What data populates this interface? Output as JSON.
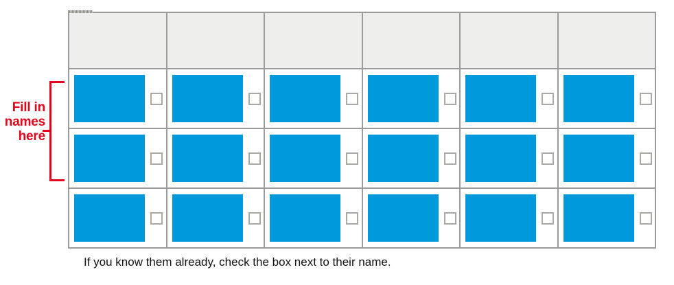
{
  "annotation": {
    "label": "Fill in\nnames\nhere",
    "color": "#e3051b",
    "spans_rows": [
      1,
      2
    ]
  },
  "table": {
    "columns": 6,
    "header": {
      "cells": [
        "",
        "",
        "",
        "",
        "",
        ""
      ],
      "background": "#eeeeec",
      "marker_icon": "dotted-border-marker"
    },
    "rows": [
      {
        "row_index": 1,
        "cells": [
          {
            "name_value": "",
            "checkbox_checked": false
          },
          {
            "name_value": "",
            "checkbox_checked": false
          },
          {
            "name_value": "",
            "checkbox_checked": false
          },
          {
            "name_value": "",
            "checkbox_checked": false
          },
          {
            "name_value": "",
            "checkbox_checked": false
          },
          {
            "name_value": "",
            "checkbox_checked": false
          }
        ]
      },
      {
        "row_index": 2,
        "cells": [
          {
            "name_value": "",
            "checkbox_checked": false
          },
          {
            "name_value": "",
            "checkbox_checked": false
          },
          {
            "name_value": "",
            "checkbox_checked": false
          },
          {
            "name_value": "",
            "checkbox_checked": false
          },
          {
            "name_value": "",
            "checkbox_checked": false
          },
          {
            "name_value": "",
            "checkbox_checked": false
          }
        ]
      },
      {
        "row_index": 3,
        "cells": [
          {
            "name_value": "",
            "checkbox_checked": false
          },
          {
            "name_value": "",
            "checkbox_checked": false
          },
          {
            "name_value": "",
            "checkbox_checked": false
          },
          {
            "name_value": "",
            "checkbox_checked": false
          },
          {
            "name_value": "",
            "checkbox_checked": false
          },
          {
            "name_value": "",
            "checkbox_checked": false
          }
        ]
      }
    ],
    "field_color": "#0099dc",
    "border_color": "#9b9b9b",
    "checkbox_border_color": "#aaaaa5"
  },
  "footer": {
    "note": "If you know them already, check the box next to their name."
  }
}
